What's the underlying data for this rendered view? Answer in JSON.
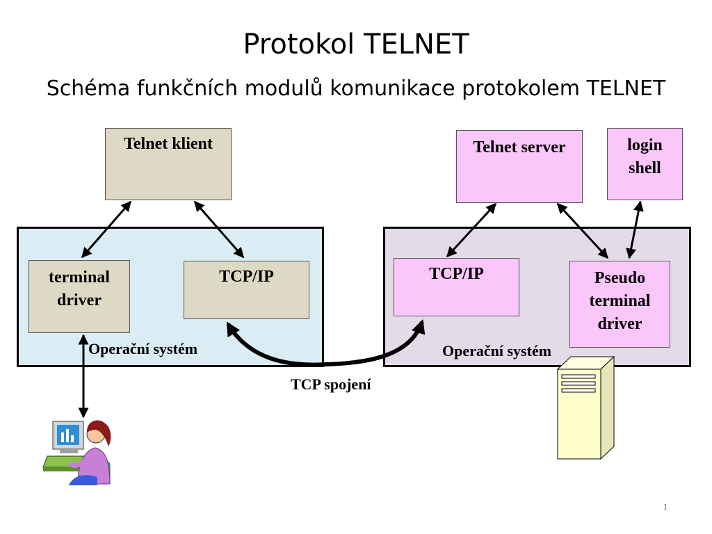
{
  "title": "Protokol TELNET",
  "subtitle": "Schéma funkčních modulů komunikace protokolem TELNET",
  "client_side": {
    "app_box": "Telnet klient",
    "terminal_driver": "terminal driver",
    "tcpip": "TCP/IP",
    "os_label": "Operační systém"
  },
  "server_side": {
    "app_box": "Telnet server",
    "login_shell": "login shell",
    "tcpip": "TCP/IP",
    "pseudo_terminal": "Pseudo terminal driver",
    "os_label": "Operační systém"
  },
  "connection_label": "TCP spojení",
  "slide_number": "1",
  "icons": [
    "user-at-computer-icon",
    "server-tower-icon"
  ],
  "colors": {
    "client_os": "#daedf4",
    "server_os": "#e4dbe9",
    "client_boxes": "#ddd9c4",
    "server_boxes": "#fbc6f9",
    "server_tower": "#ffffcc"
  }
}
